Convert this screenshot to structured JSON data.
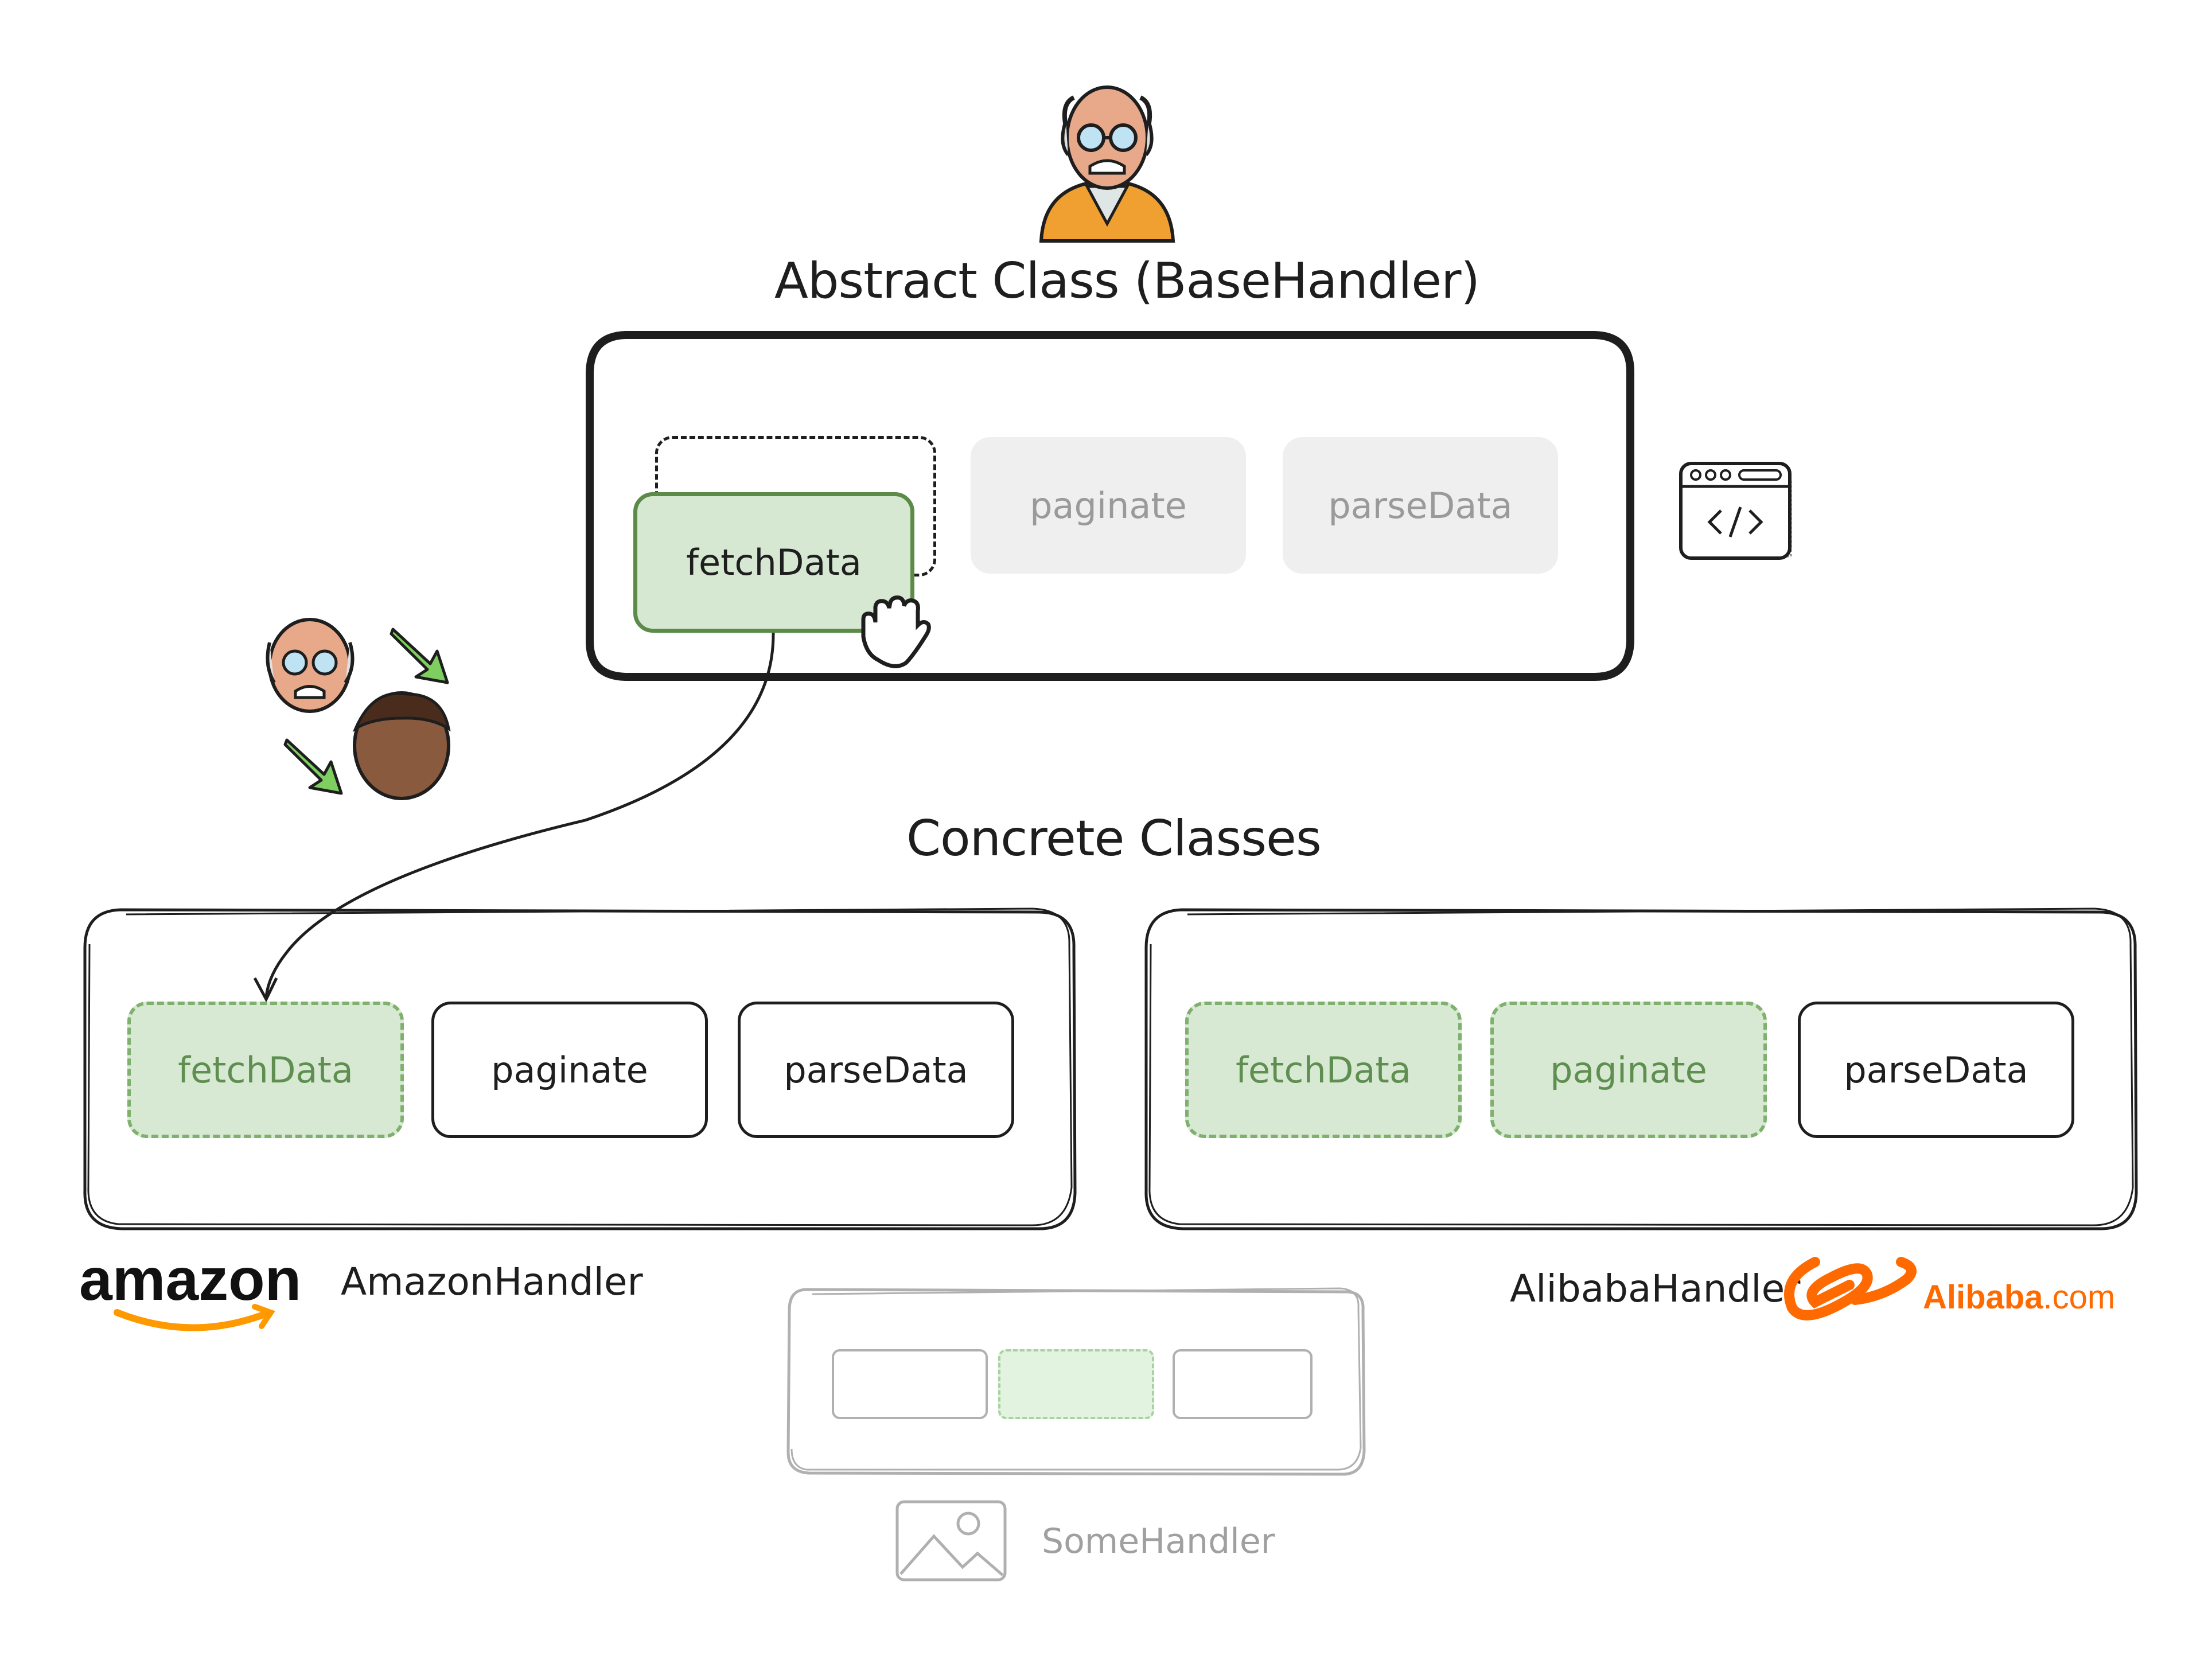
{
  "abstract": {
    "title": "Abstract Class (BaseHandler)",
    "methods": [
      "fetchData",
      "paginate",
      "parseData"
    ]
  },
  "concrete": {
    "title": "Concrete Classes",
    "amazon": {
      "methods": [
        "fetchData",
        "paginate",
        "parseData"
      ],
      "handler": "AmazonHandler",
      "logo": "amazon"
    },
    "alibaba": {
      "methods": [
        "fetchData",
        "paginate",
        "parseData"
      ],
      "handler": "AlibabaHandler",
      "logo_text": "Alibaba",
      "logo_suffix": ".com"
    },
    "some": {
      "handler": "SomeHandler"
    }
  },
  "icons": [
    "old-man-icon",
    "code-window-icon",
    "hand-cursor-icon",
    "person-pair-icon",
    "green-arrow-icon",
    "image-placeholder-icon",
    "amazon-logo",
    "alibaba-logo"
  ],
  "colors": {
    "stroke": "#1e1e1e",
    "green_fill": "#d7e9d3",
    "green_stroke": "#5b8a49",
    "grey_fill": "#efefef",
    "alibaba_orange": "#ff6a00",
    "faded": "#b0b0b0"
  }
}
